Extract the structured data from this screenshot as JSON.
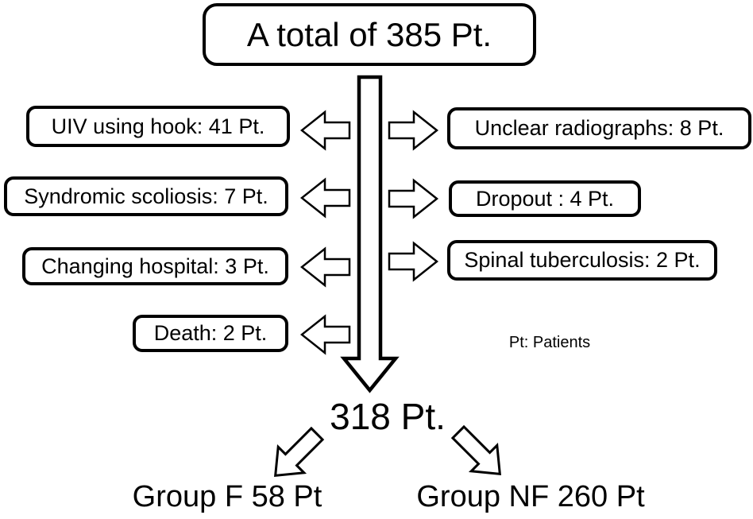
{
  "figure": {
    "title": "A total of 385 Pt.",
    "exclusions_left": [
      "UIV using hook: 41 Pt.",
      "Syndromic scoliosis: 7 Pt.",
      "Changing hospital: 3 Pt.",
      "Death: 2 Pt."
    ],
    "exclusions_right": [
      "Unclear radiographs: 8 Pt.",
      "Dropout : 4 Pt.",
      "Spinal tuberculosis: 2 Pt."
    ],
    "footnote": "Pt: Patients",
    "remaining": "318 Pt.",
    "groups": [
      "Group F 58 Pt",
      "Group NF 260 Pt"
    ],
    "colors": {
      "ink": "#000000",
      "background": "#ffffff"
    }
  }
}
